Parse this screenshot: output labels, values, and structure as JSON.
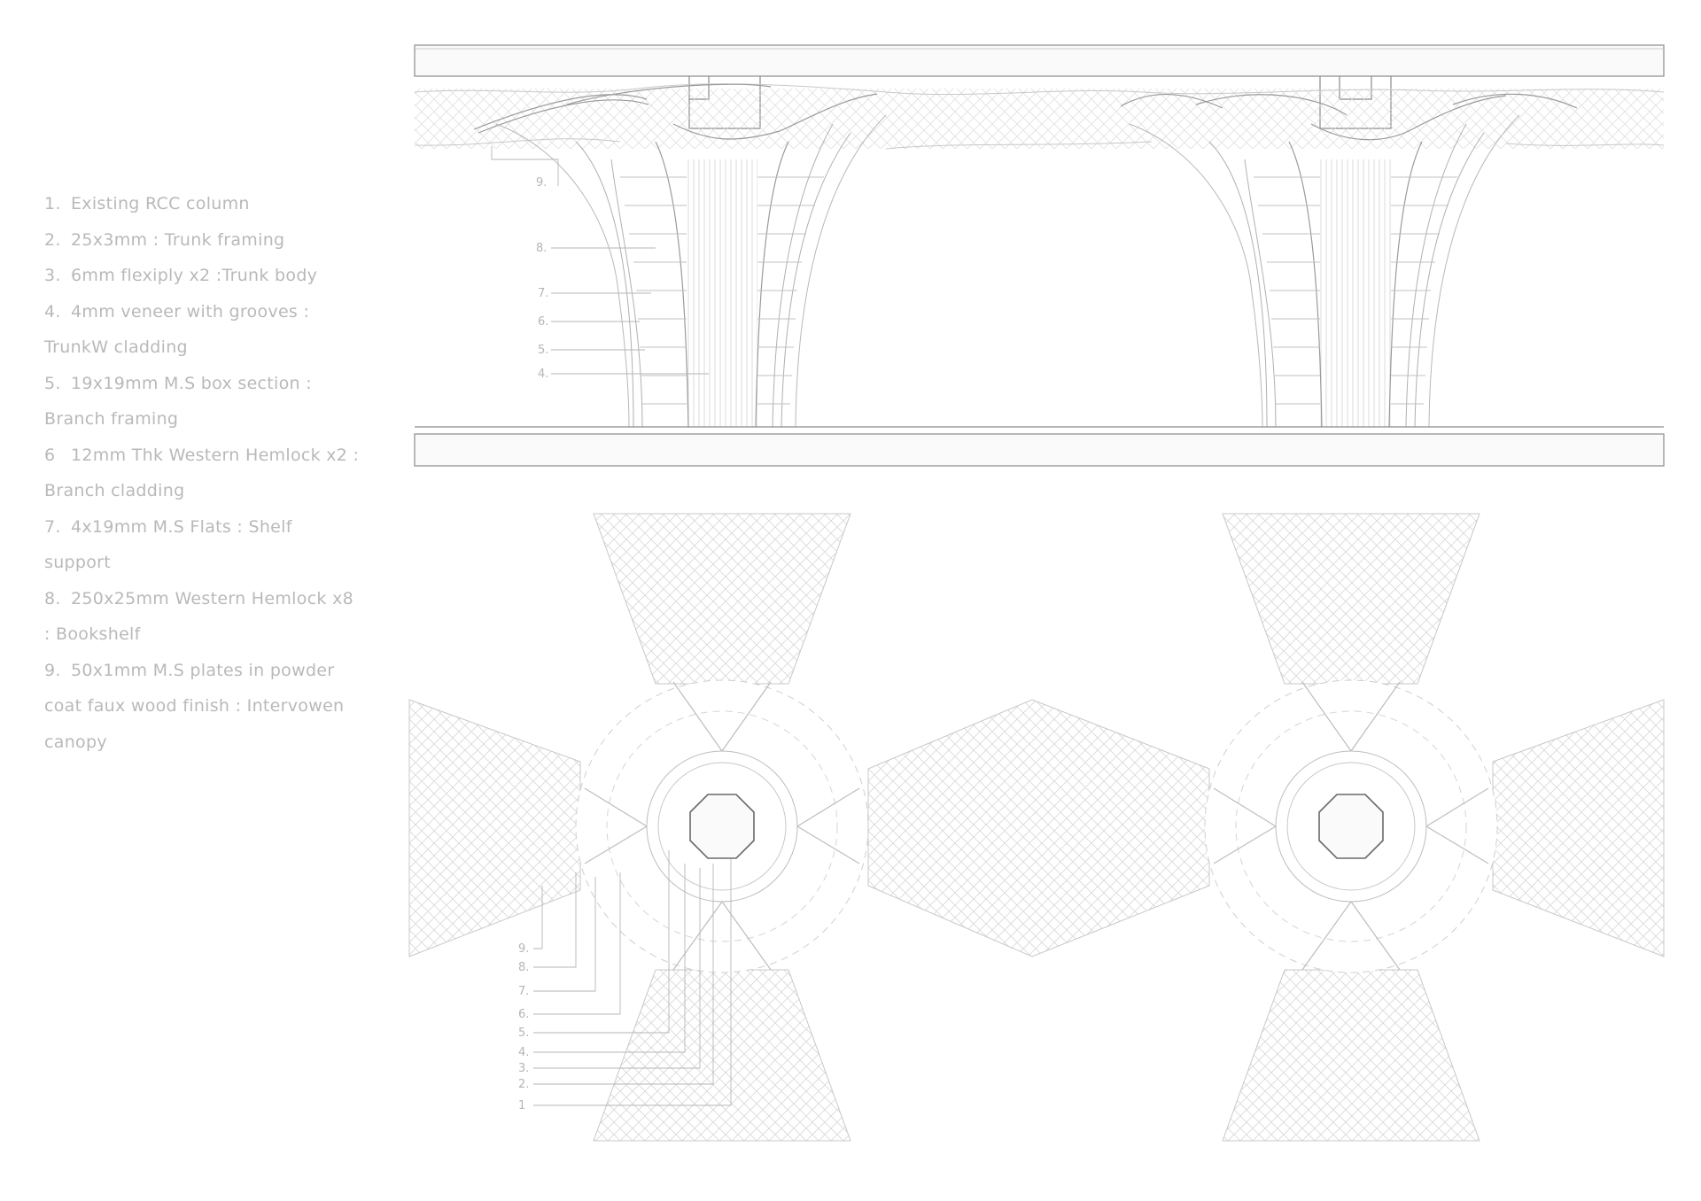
{
  "legend": {
    "items": [
      {
        "num": "1.",
        "text": "Existing RCC column"
      },
      {
        "num": "2.",
        "text": "25x3mm : Trunk framing"
      },
      {
        "num": "3.",
        "text": "6mm flexiply x2 :Trunk body"
      },
      {
        "num": "4.",
        "text": "4mm veneer with grooves : TrunkW cladding"
      },
      {
        "num": "5.",
        "text": "19x19mm M.S box section : Branch framing"
      },
      {
        "num": "6",
        "text": "12mm Thk Western Hemlock x2 : Branch cladding"
      },
      {
        "num": "7.",
        "text": "4x19mm M.S Flats : Shelf support"
      },
      {
        "num": "8.",
        "text": "250x25mm Western Hemlock x8 : Bookshelf"
      },
      {
        "num": "9.",
        "text": "50x1mm M.S plates in powder coat faux wood finish : Intervowen canopy"
      }
    ]
  },
  "elevation_callouts": [
    "9.",
    "8.",
    "7.",
    "6.",
    "5.",
    "4."
  ],
  "plan_callouts": [
    "9.",
    "8.",
    "7.",
    "6.",
    "5.",
    "4.",
    "3.",
    "2.",
    "1"
  ],
  "colors": {
    "line": "#cfcfcf",
    "dark_line": "#8a8a8a",
    "text": "#b9b9b9"
  }
}
